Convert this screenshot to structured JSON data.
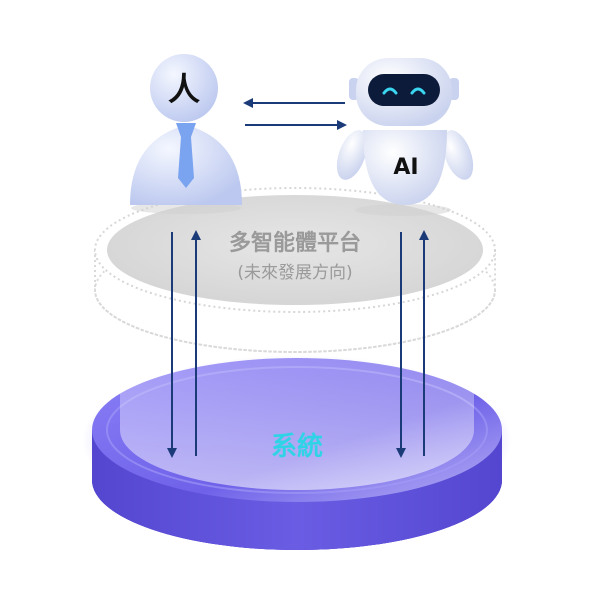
{
  "human": {
    "label": "人"
  },
  "ai": {
    "label": "AI"
  },
  "platform": {
    "title": "多智能體平台",
    "subtitle": "(未來發展方向)"
  },
  "system": {
    "label": "系統"
  },
  "colors": {
    "arrow": "#1a3a78",
    "system_top": "#7a6ff0",
    "system_side": "#5a4ed8",
    "system_label": "#2fd3e6",
    "platform_fill": "#dcdcdc",
    "platform_text": "#9a9a9a",
    "figure_light": "#e8eefc",
    "figure_shade": "#bcc8ef",
    "tie": "#7aa3f0",
    "robot_visor": "#0d1b3a",
    "robot_eyes": "#3ad6f0"
  }
}
